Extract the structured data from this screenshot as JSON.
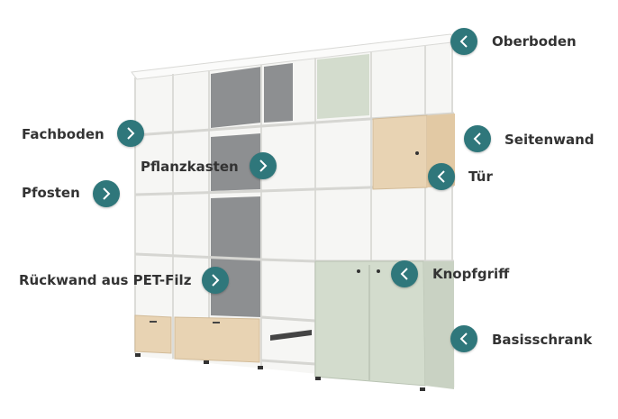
{
  "labels": {
    "oberboden": "Oberboden",
    "fachboden": "Fachboden",
    "seitenwand": "Seitenwand",
    "pflanzkasten": "Pflanzkasten",
    "tuer": "Tür",
    "pfosten": "Pfosten",
    "rueckwand": "Rückwand aus PET-Filz",
    "knopfgriff": "Knopfgriff",
    "basisschrank": "Basisschrank"
  },
  "colors": {
    "accent": "#2f777b",
    "felt": "#8d8f91",
    "wood": "#e8d3b3",
    "sage": "#d3dccd",
    "frame": "#f4f4f2"
  },
  "icons": {
    "left": "chevron-left-icon",
    "right": "chevron-right-icon"
  }
}
